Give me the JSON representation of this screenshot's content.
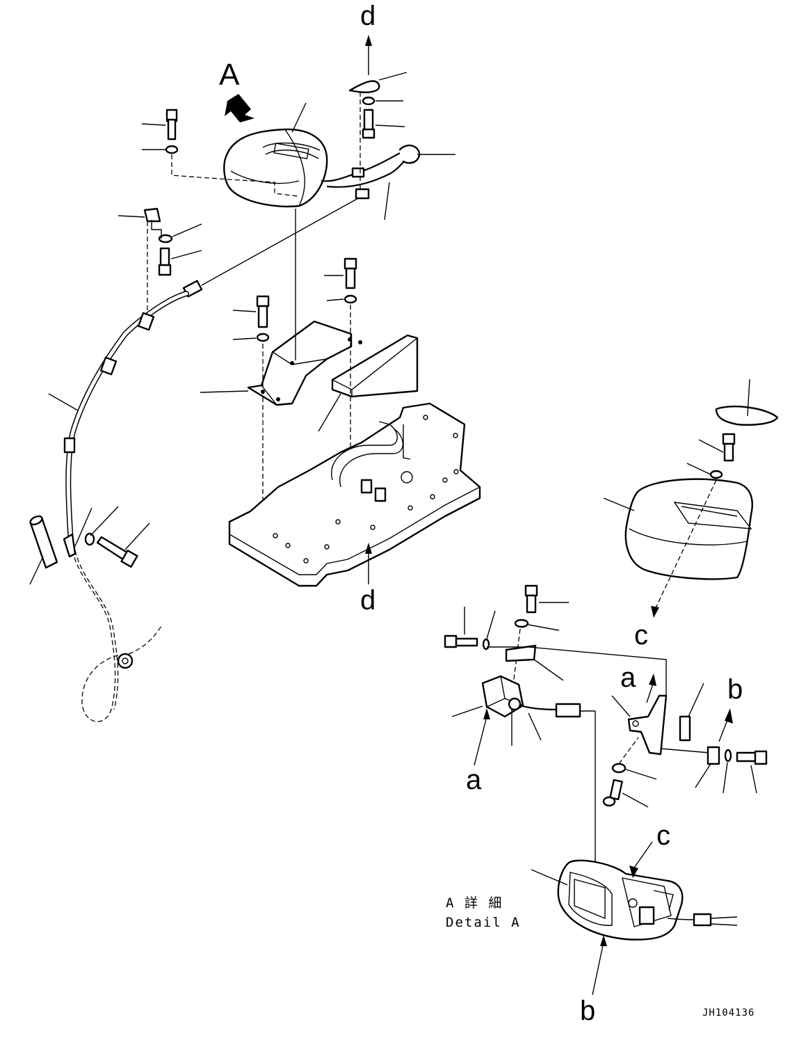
{
  "labels": {
    "view_a": "A",
    "ref_d_top": "d",
    "ref_d_bottom": "d",
    "ref_c_right": "c",
    "ref_c_lower": "c",
    "ref_a_upper": "a",
    "ref_a_lower": "a",
    "ref_b_upper": "b",
    "ref_b_lower": "b"
  },
  "detail": {
    "title_jp": "A 詳 細",
    "title_en": "Detail A"
  },
  "drawing_number": "JH104136"
}
